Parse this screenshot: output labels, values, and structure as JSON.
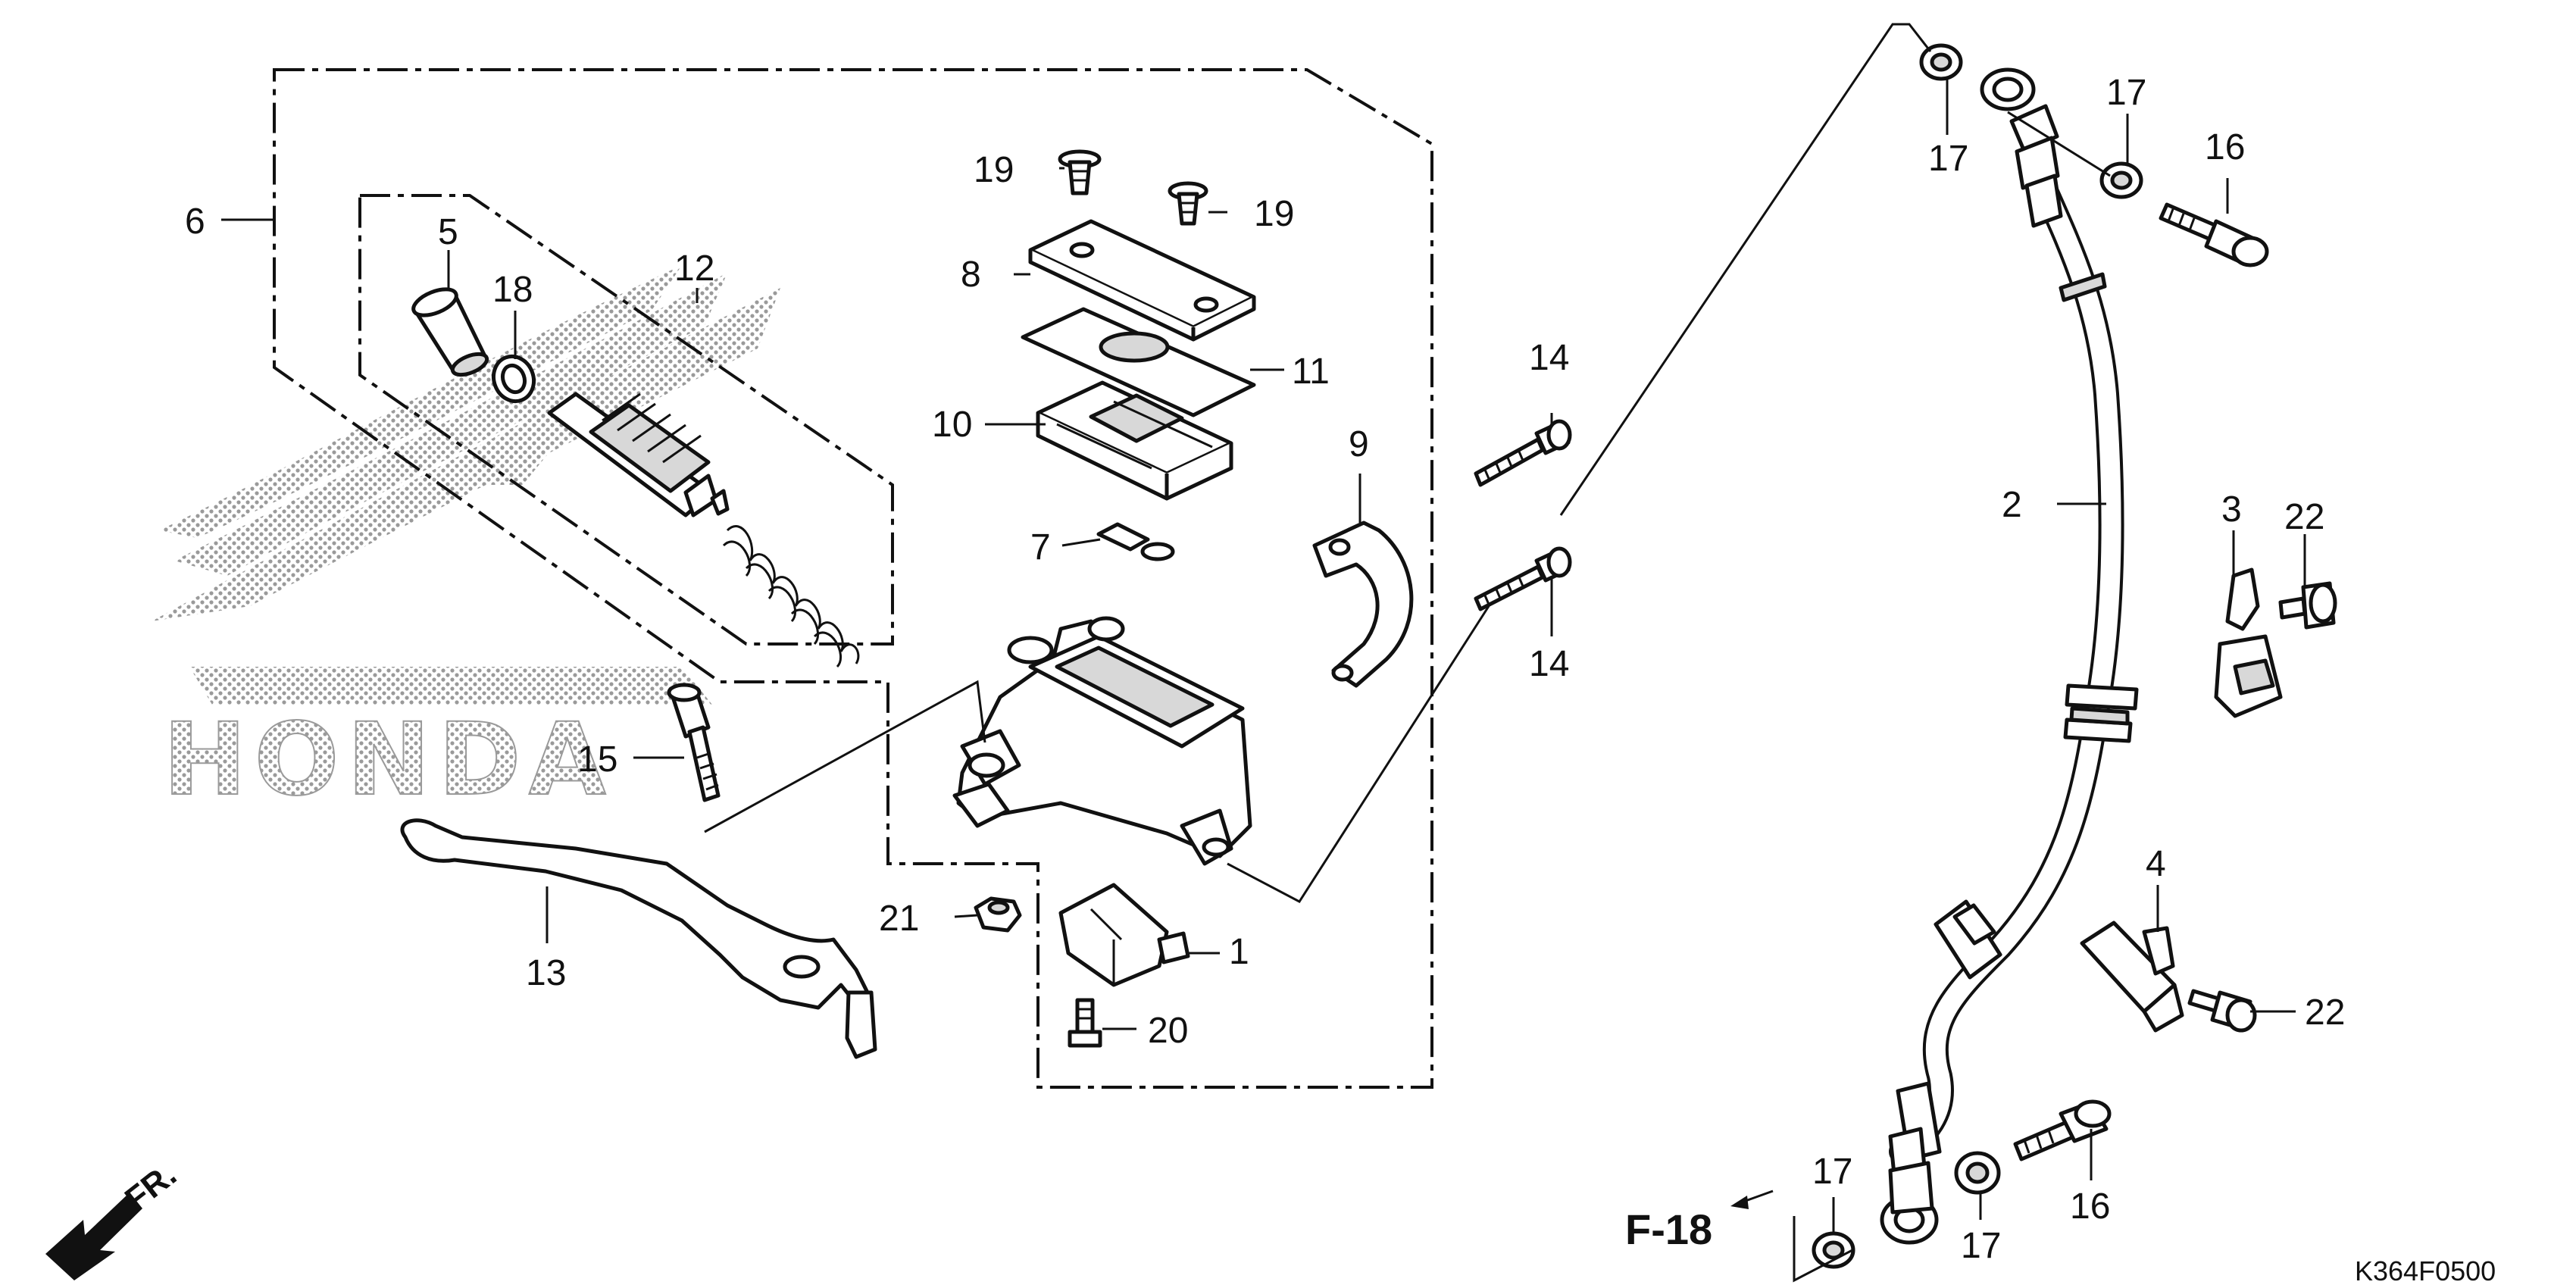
{
  "diagram": {
    "callouts": [
      {
        "id": "c1",
        "label": "1"
      },
      {
        "id": "c2",
        "label": "2"
      },
      {
        "id": "c3",
        "label": "3"
      },
      {
        "id": "c4",
        "label": "4"
      },
      {
        "id": "c5",
        "label": "5"
      },
      {
        "id": "c6",
        "label": "6"
      },
      {
        "id": "c7",
        "label": "7"
      },
      {
        "id": "c8",
        "label": "8"
      },
      {
        "id": "c9",
        "label": "9"
      },
      {
        "id": "c10",
        "label": "10"
      },
      {
        "id": "c11",
        "label": "11"
      },
      {
        "id": "c12",
        "label": "12"
      },
      {
        "id": "c13",
        "label": "13"
      },
      {
        "id": "c14a",
        "label": "14"
      },
      {
        "id": "c14b",
        "label": "14"
      },
      {
        "id": "c15",
        "label": "15"
      },
      {
        "id": "c16a",
        "label": "16"
      },
      {
        "id": "c16b",
        "label": "16"
      },
      {
        "id": "c17a",
        "label": "17"
      },
      {
        "id": "c17b",
        "label": "17"
      },
      {
        "id": "c17c",
        "label": "17"
      },
      {
        "id": "c17d",
        "label": "17"
      },
      {
        "id": "c18",
        "label": "18"
      },
      {
        "id": "c19a",
        "label": "19"
      },
      {
        "id": "c19b",
        "label": "19"
      },
      {
        "id": "c20",
        "label": "20"
      },
      {
        "id": "c21",
        "label": "21"
      },
      {
        "id": "c22a",
        "label": "22"
      },
      {
        "id": "c22b",
        "label": "22"
      }
    ],
    "reference": "F-18",
    "direction": "FR.",
    "watermark": "HONDA",
    "figure_code": "K364F0500"
  },
  "colors": {
    "ink": "#111111",
    "paper": "#ffffff",
    "watermark_dots": "#9a9a9a"
  }
}
